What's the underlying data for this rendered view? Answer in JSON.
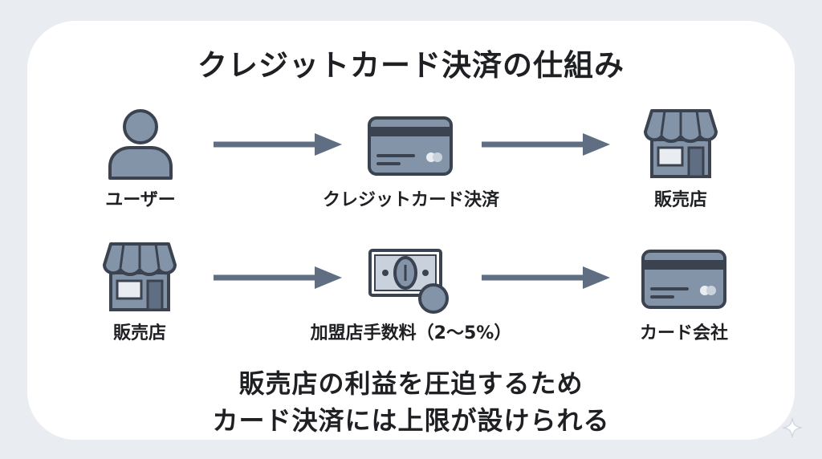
{
  "title": "クレジットカード決済の仕組み",
  "row1": {
    "user_label": "ユーザー",
    "payment_label": "クレジットカード決済",
    "store_label": "販売店"
  },
  "row2": {
    "store_label": "販売店",
    "fee_label": "加盟店手数料（2〜5%）",
    "card_company_label": "カード会社"
  },
  "footer": {
    "line1": "販売店の利益を圧迫するため",
    "line2": "カード決済には上限が設けられる"
  },
  "colors": {
    "icon_fill": "#8494a8",
    "icon_stroke": "#3b4350",
    "arrow": "#5f6e82",
    "text": "#1f2023",
    "background": "#e9ecf1",
    "card": "#ffffff"
  },
  "icons": {
    "user": "user-icon",
    "credit_card": "credit-card-icon",
    "store": "store-icon",
    "money": "banknote-coin-icon",
    "sparkle": "sparkle-icon"
  }
}
